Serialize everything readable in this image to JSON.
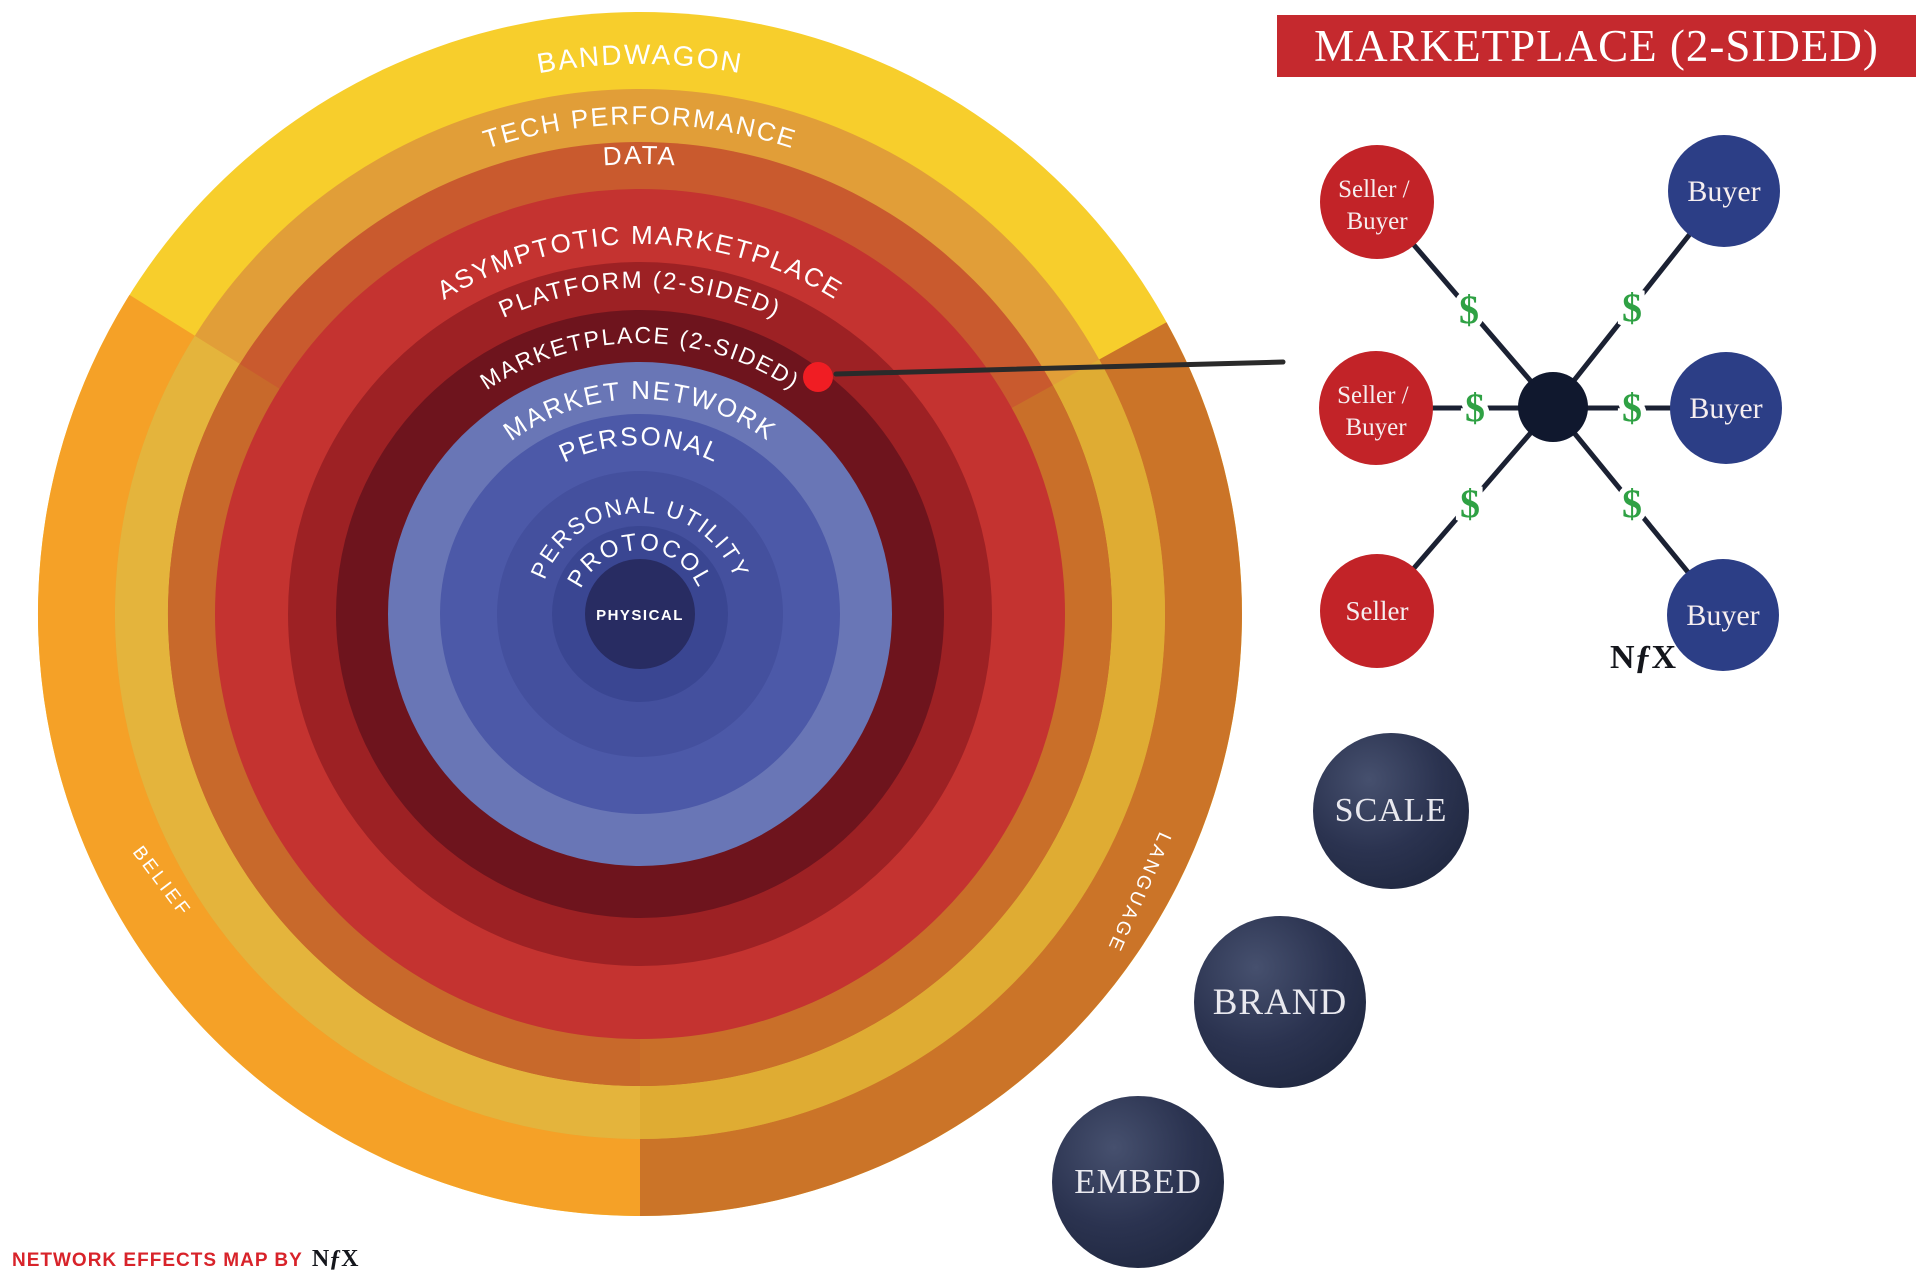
{
  "colors": {
    "ring_yellow": "#F7CE2C",
    "ring_orange_left": "#F5A127",
    "ring_orange_right": "#CB7428",
    "ring_amber_top": "#E19E38",
    "ring_gold_left": "#E4B43C",
    "ring_gold_right": "#DFAC33",
    "ring_rust_top": "#C95A2E",
    "ring_rust_left": "#C8692B",
    "ring_rust_right": "#C96F29",
    "ring_red": "#C43330",
    "ring_darkred": "#9D2124",
    "ring_maroon": "#6E141D",
    "ring_blue_light": "#6976B6",
    "ring_blue": "#4C59A8",
    "ring_blue_mid": "#44509E",
    "ring_blue_dark": "#3A4692",
    "ring_navy": "#282C62",
    "banner_red": "#C5292E",
    "pointer_dark": "#2A2A2A",
    "dot_red": "#F01D23",
    "node_red": "#C22328",
    "node_blue": "#2C3E86",
    "node_center": "#10182E",
    "edge_dark": "#1B2133",
    "dollar_green": "#2FA144"
  },
  "map": {
    "ring_labels": [
      "BANDWAGON",
      "TECH PERFORMANCE",
      "DATA",
      "ASYMPTOTIC MARKETPLACE",
      "PLATFORM (2-SIDED)",
      "MARKETPLACE (2-SIDED)",
      "MARKET NETWORK",
      "PERSONAL",
      "PERSONAL UTILITY",
      "PROTOCOL",
      "PHYSICAL"
    ],
    "left_label": "BELIEF",
    "right_label": "LANGUAGE"
  },
  "panel": {
    "title": "MARKETPLACE (2-SIDED)",
    "nodes": {
      "seller_buyer_line1": "Seller /",
      "seller_buyer_line2": "Buyer",
      "seller": "Seller",
      "buyer": "Buyer",
      "dollar": "$"
    },
    "spheres": [
      "SCALE",
      "BRAND",
      "EMBED"
    ]
  },
  "branding": {
    "footer_text": "NETWORK EFFECTS MAP BY",
    "logo_n": "N",
    "logo_f": "ƒ",
    "logo_x": "X"
  }
}
